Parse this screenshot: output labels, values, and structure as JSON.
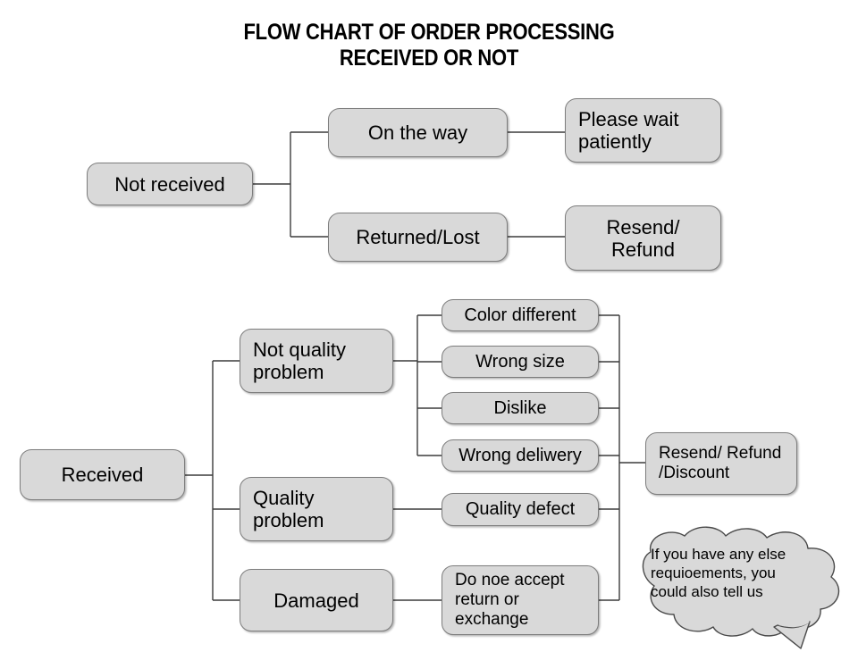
{
  "title": "FLOW CHART OF ORDER PROCESSING\nRECEIVED OR NOT",
  "colors": {
    "node_fill": "#d9d9d9",
    "node_border": "#7d7d7d",
    "connector": "#3b3b3b",
    "text": "#000000",
    "background": "#ffffff"
  },
  "chart_data": {
    "type": "diagram",
    "title": "FLOW CHART OF ORDER PROCESSING RECEIVED OR NOT",
    "roots": [
      "Not received",
      "Received"
    ],
    "edges": [
      {
        "from": "Not received",
        "to": "On the way"
      },
      {
        "from": "Not received",
        "to": "Returned/Lost"
      },
      {
        "from": "On the way",
        "to": "Please wait patiently"
      },
      {
        "from": "Returned/Lost",
        "to": "Resend/ Refund"
      },
      {
        "from": "Received",
        "to": "Not quality problem"
      },
      {
        "from": "Received",
        "to": "Quality problem"
      },
      {
        "from": "Received",
        "to": "Damaged"
      },
      {
        "from": "Not quality problem",
        "to": "Color different"
      },
      {
        "from": "Not quality problem",
        "to": "Wrong size"
      },
      {
        "from": "Not quality problem",
        "to": "Dislike"
      },
      {
        "from": "Not quality problem",
        "to": "Wrong deliwery"
      },
      {
        "from": "Quality problem",
        "to": "Quality defect"
      },
      {
        "from": "Damaged",
        "to": "Do noe accept return or exchange"
      },
      {
        "from": "Color different",
        "to": "Resend/ Refund /Discount"
      },
      {
        "from": "Wrong size",
        "to": "Resend/ Refund /Discount"
      },
      {
        "from": "Dislike",
        "to": "Resend/ Refund /Discount"
      },
      {
        "from": "Wrong deliwery",
        "to": "Resend/ Refund /Discount"
      },
      {
        "from": "Quality defect",
        "to": "Resend/ Refund /Discount"
      },
      {
        "from": "Do noe accept return or exchange",
        "to": "Resend/ Refund /Discount"
      }
    ]
  },
  "nodes": {
    "not_received": "Not received",
    "on_the_way": "On the way",
    "please_wait": "Please wait\npatiently",
    "returned_lost": "Returned/Lost",
    "resend_refund": "Resend/\nRefund",
    "received": "Received",
    "not_quality_problem": "Not quality\nproblem",
    "quality_problem": "Quality\nproblem",
    "damaged": "Damaged",
    "color_different": "Color different",
    "wrong_size": "Wrong size",
    "dislike": "Dislike",
    "wrong_deliwery": "Wrong deliwery",
    "quality_defect": "Quality defect",
    "do_noe_accept": "Do noe accept\nreturn or\nexchange",
    "resend_refund_discount": "Resend/ Refund\n/Discount"
  },
  "callout": {
    "text": "If you have any else\nrequioements, you\ncould also tell us"
  }
}
